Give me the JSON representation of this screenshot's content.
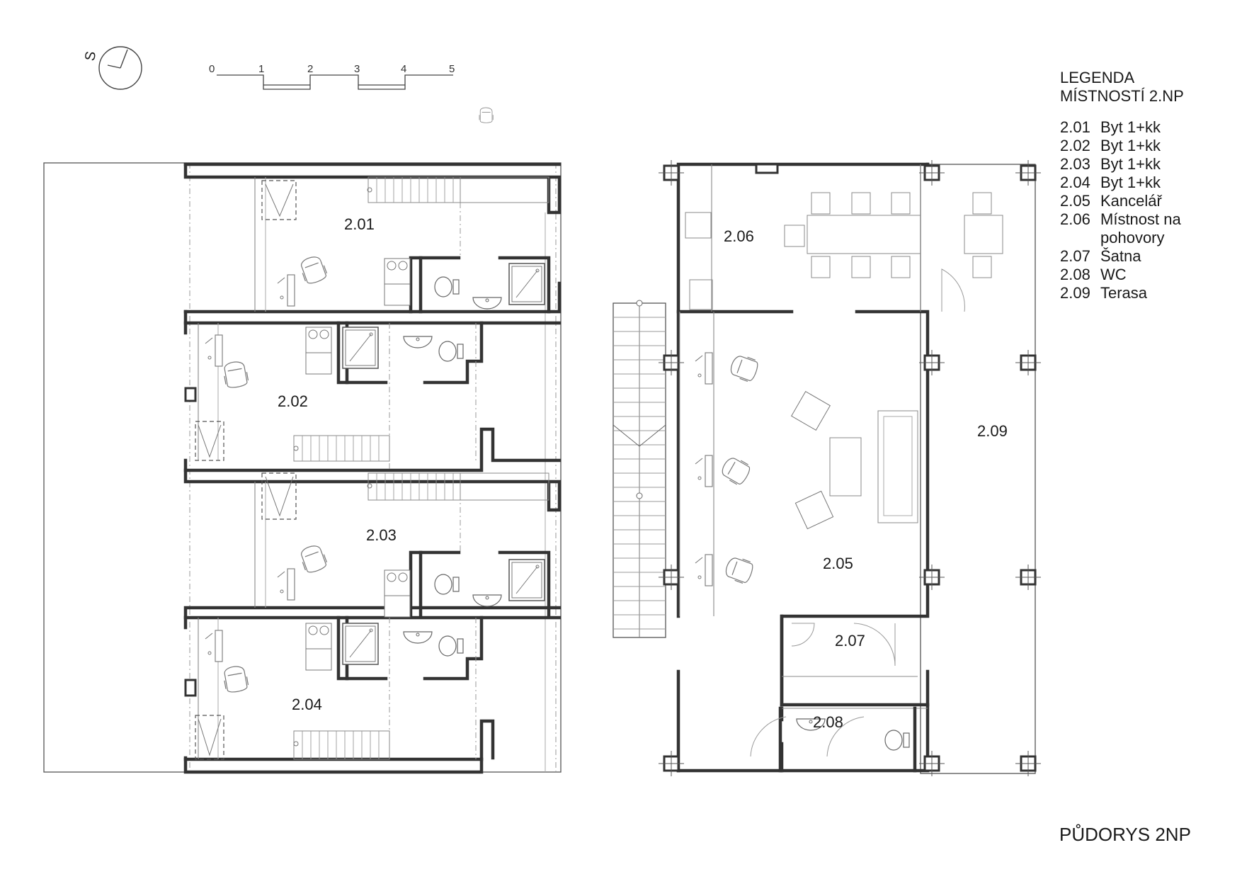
{
  "north": {
    "label": "S"
  },
  "scale": {
    "ticks": [
      "0",
      "1",
      "2",
      "3",
      "4",
      "5"
    ]
  },
  "legend": {
    "title_line1": "LEGENDA",
    "title_line2": "MÍSTNOSTÍ 2.NP",
    "items": [
      {
        "code": "2.01",
        "name": "Byt 1+kk"
      },
      {
        "code": "2.02",
        "name": "Byt 1+kk"
      },
      {
        "code": "2.03",
        "name": "Byt 1+kk"
      },
      {
        "code": "2.04",
        "name": "Byt 1+kk"
      },
      {
        "code": "2.05",
        "name": "Kancelář"
      },
      {
        "code": "2.06",
        "name": "Místnost na pohovory"
      },
      {
        "code": "2.07",
        "name": "Šatna"
      },
      {
        "code": "2.08",
        "name": "WC"
      },
      {
        "code": "2.09",
        "name": "Terasa"
      }
    ]
  },
  "rooms": {
    "r201": "2.01",
    "r202": "2.02",
    "r203": "2.03",
    "r204": "2.04",
    "r205": "2.05",
    "r206": "2.06",
    "r207": "2.07",
    "r208": "2.08",
    "r209": "2.09"
  },
  "sheet_title": "PŮDORYS 2NP"
}
